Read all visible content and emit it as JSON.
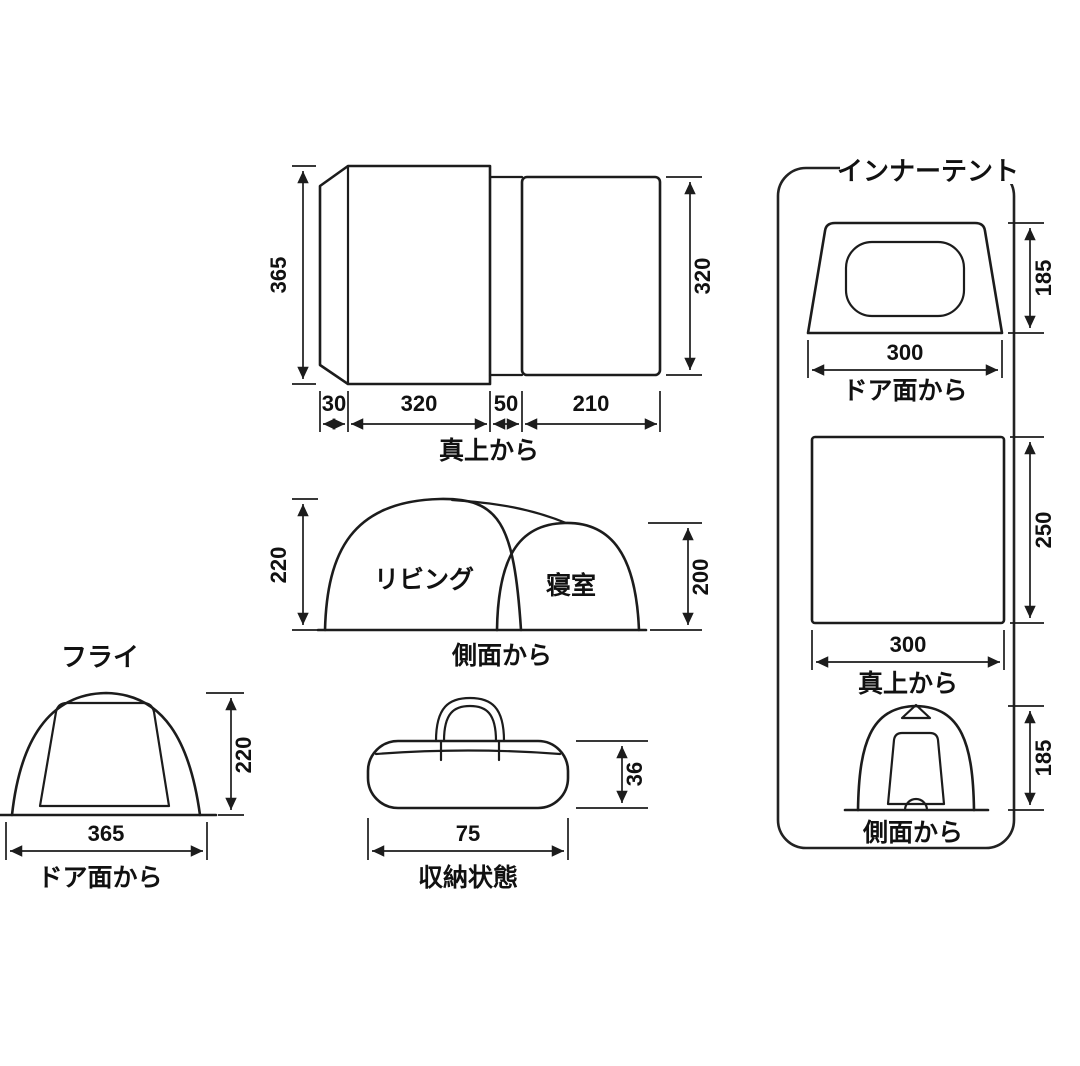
{
  "colors": {
    "line": "#1c1c1c",
    "text": "#111111",
    "background": "#ffffff"
  },
  "top_view": {
    "caption": "真上から",
    "dim_left": "365",
    "dim_right": "320",
    "dims_bottom": [
      "30",
      "320",
      "50",
      "210"
    ]
  },
  "side_view": {
    "caption": "側面から",
    "room_left": "リビング",
    "room_right": "寝室",
    "dim_left": "220",
    "dim_right": "200"
  },
  "fly_view": {
    "title": "フライ",
    "caption": "ドア面から",
    "dim_right": "220",
    "dim_bottom": "365"
  },
  "storage_view": {
    "caption": "収納状態",
    "dim_right": "36",
    "dim_bottom": "75"
  },
  "inner_tent": {
    "title": "インナーテント",
    "front_view": {
      "dim_right": "185",
      "dim_bottom": "300",
      "caption": "ドア面から"
    },
    "top_view": {
      "dim_right": "250",
      "dim_bottom": "300",
      "caption": "真上から"
    },
    "side_view": {
      "dim_right": "185",
      "caption": "側面から"
    }
  }
}
